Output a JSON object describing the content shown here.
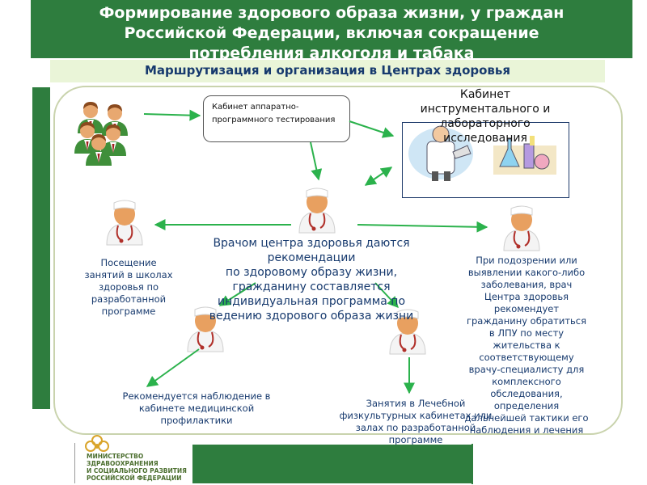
{
  "header": {
    "title": "Формирование здорового образа жизни, у граждан\nРоссийской Федерации, включая сокращение\nпотребления алкоголя и табака"
  },
  "subheader": {
    "title": "Маршрутизация и организация в Центрах здоровья"
  },
  "boxes": {
    "hardware_testing": "Кабинет аппаратно-программного тестирования",
    "instrumental_lab": "Кабинет\nинструментального и\nлабораторного\nисследования"
  },
  "center": {
    "text": "Врачом центра здоровья даются\nрекомендации\nпо здоровому образу жизни,\nгражданину составляется\nиндивидуальная программа по\nведению здорового образа жизни"
  },
  "outcomes": {
    "schools": "Посещение\nзанятий в школах\nздоровья по\nразработанной\nпрограмме",
    "prevention": "Рекомендуется наблюдение в\nкабинете медицинской\nпрофилактики",
    "physical": "Занятия в Лечебной\nфизкультурных кабинетах или\nзалах по разработанной\nпрограмме",
    "referral": "При подозрении или\nвыявлении какого-либо\nзаболевания, врач\nЦентра здоровья\nрекомендует\nгражданину обратиться\nв ЛПУ по месту\nжительства к\nсоответствующему\nврачу-специалисту для\nкомплексного\nобследования,\nопределения\nдальнейшей тактики его\nнаблюдения и лечения"
  },
  "footer": {
    "logo_text": "МИНИСТЕРСТВО\nЗДРАВООХРАНЕНИЯ\nИ СОЦИАЛЬНОГО РАЗВИТИЯ\nРОССИЙСКОЙ ФЕДЕРАЦИИ"
  },
  "colors": {
    "primary_green": "#2e7d3e",
    "arrow_green": "#2bb24c",
    "text_blue": "#173a6e",
    "subheader_bg": "#eaf5d8"
  },
  "icons": [
    "patients-group-icon",
    "doctor-icon",
    "lab-doctor-icon",
    "lab-flasks-icon",
    "ministry-logo-icon"
  ]
}
